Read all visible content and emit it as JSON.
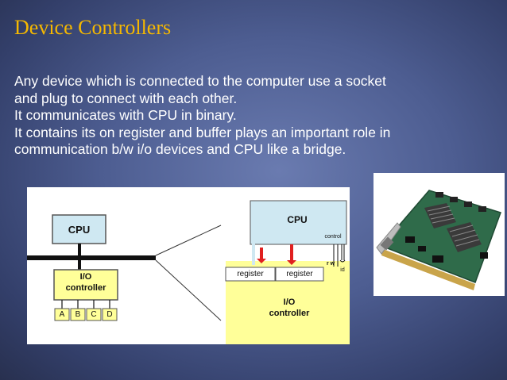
{
  "slide": {
    "title": "Device Controllers",
    "lines": [
      "Any device which is connected to the computer use a socket",
      "and plug to connect with each other.",
      "It communicates with CPU in binary.",
      "It contains its on register and buffer plays an important role in",
      "communication b/w i/o devices and CPU like a bridge."
    ]
  },
  "diagram": {
    "left_cpu": "CPU",
    "left_io_line1": "I/O",
    "left_io_line2": "controller",
    "ports": [
      "A",
      "B",
      "C",
      "D"
    ],
    "right_cpu": "CPU",
    "control": "control",
    "rw": "r w",
    "id": "id",
    "registers": [
      "register",
      "register"
    ],
    "right_io_line1": "I/O",
    "right_io_line2": "controller"
  },
  "colors": {
    "title": "#f5b800",
    "text": "#ffffff",
    "cpu_box": "#cfe8f2",
    "io_box": "#ffff99",
    "arrow": "#e02020"
  },
  "photo_icon": "controller-card-photo"
}
